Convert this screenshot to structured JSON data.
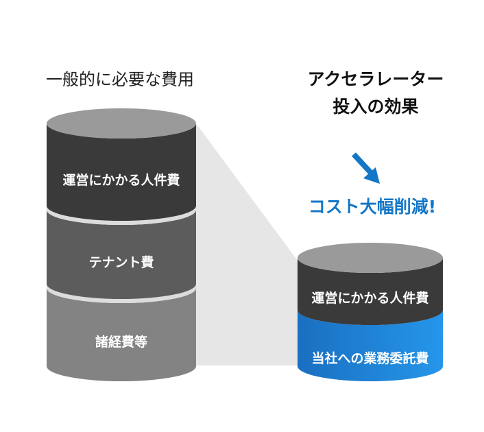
{
  "left_heading": "一般的に必要な費用",
  "right_heading_line1": "アクセラレーター",
  "right_heading_line2": "投入の効果",
  "tagline": "コスト大幅削減!",
  "left_cylinder": {
    "segments": [
      "運営にかかる人件費",
      "テナント費",
      "諸経費等"
    ]
  },
  "right_cylinder": {
    "segments": [
      "運営にかかる人件費",
      "当社への業務委託費"
    ]
  },
  "colors": {
    "dark_segment": "#3a3a3a",
    "mid_segment": "#5a5a5a",
    "light_segment": "#838383",
    "cap": "#9a9a9a",
    "blue_segment": "#1a86d8",
    "accent_blue": "#1476c6",
    "projection": "#e6e6e6"
  },
  "icons": [
    "down-right-arrow-icon"
  ]
}
